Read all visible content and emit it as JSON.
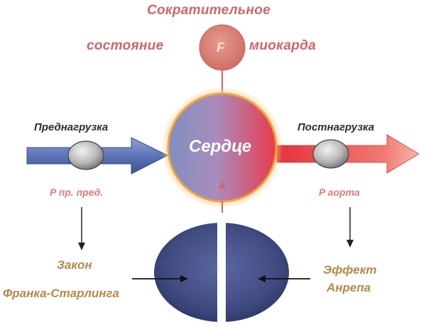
{
  "top_label": {
    "line1": "Сократительное",
    "line2_left": "состояние",
    "line2_right": "миокарда",
    "circle_letter": "F"
  },
  "center": {
    "label": "Сердце"
  },
  "left": {
    "title": "Преднагрузка",
    "pressure": "P пр. пред."
  },
  "right": {
    "title": "Постнагрузка",
    "pressure": "P аорта"
  },
  "bottom_left": {
    "line1": "Закон",
    "line2": "Франка-Старлинга"
  },
  "bottom_right": {
    "line1": "Эффект",
    "line2": "Анрепа"
  },
  "colors": {
    "title_red": "#d2646a",
    "heart_blue": "#7f8fc0",
    "heart_red": "#e8334a",
    "arrow_blue": "#5f74b8",
    "arrow_red": "#e3323c",
    "ellipse_navy": "#3f4b80",
    "law_gold": "#b6894a"
  }
}
